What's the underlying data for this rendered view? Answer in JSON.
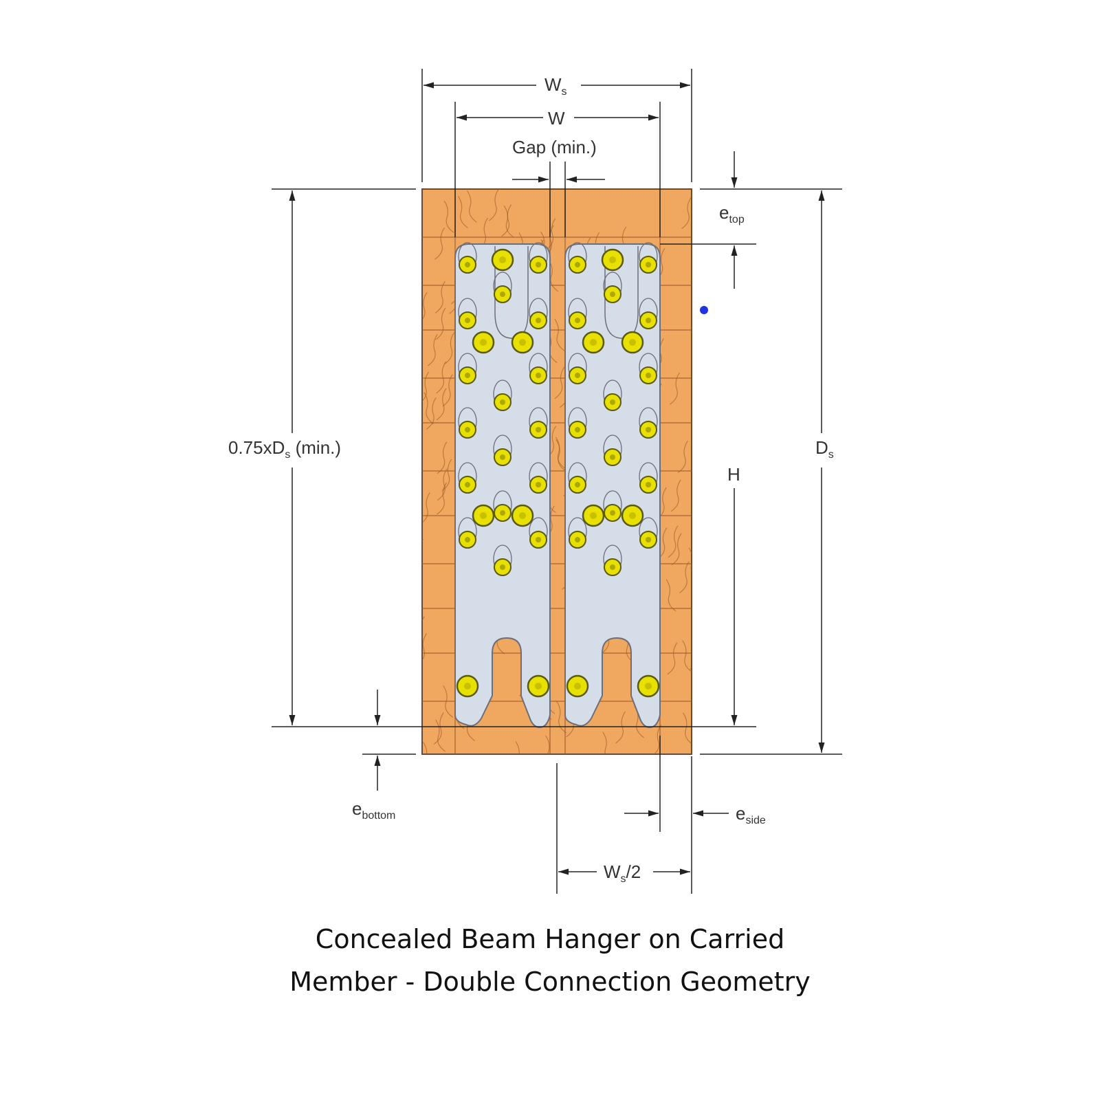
{
  "labels": {
    "ws": "W",
    "ws_sub": "s",
    "w": "W",
    "gap": "Gap (min.)",
    "etop": "e",
    "etop_sub": "top",
    "h": "H",
    "ds": "D",
    "ds_sub": "s",
    "min_depth_pre": "0.75xD",
    "min_depth_sub": "s",
    "min_depth_post": " (min.)",
    "ebottom": "e",
    "ebottom_sub": "bottom",
    "eside": "e",
    "eside_sub": "side",
    "ws2": "W",
    "ws2_sub": "s",
    "ws2_post": "/2"
  },
  "caption": {
    "line1": "Concealed Beam Hanger on Carried",
    "line2": "Member - Double Connection Geometry"
  },
  "colors": {
    "wood": "#f0a860",
    "grain": "#9a5a28",
    "plate": "#d4dde8",
    "plate_edge": "#6e6e78",
    "screw": "#e8e000",
    "screw_edge": "#5a5a10",
    "marker": "#2233dd"
  }
}
